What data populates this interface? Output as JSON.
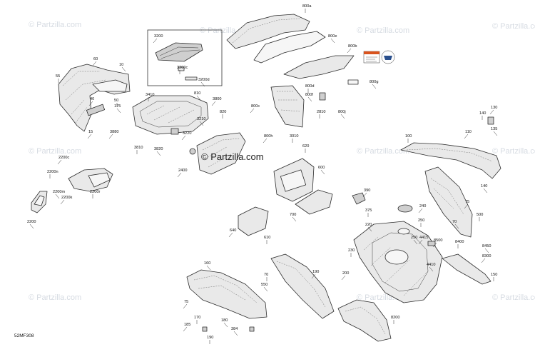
{
  "diagram_code": "52MF308",
  "watermark_text": "© Partzilla.com",
  "brand_text": "© Partzilla.com",
  "decal_text": "",
  "callouts": [
    "3200",
    "3200c",
    "3200d",
    "60",
    "55",
    "10",
    "40",
    "50",
    "175",
    "15",
    "3410",
    "810",
    "3800",
    "820",
    "3210",
    "3880",
    "3810",
    "3820",
    "3220",
    "800a",
    "800e",
    "800b",
    "800d",
    "800f",
    "800c",
    "2810",
    "800j",
    "800h",
    "3010",
    "800g",
    "130",
    "140",
    "135",
    "110",
    "100",
    "140",
    "75",
    "500",
    "70",
    "2200c",
    "2200n",
    "2200m",
    "2200k",
    "2200r",
    "2200",
    "2400",
    "620",
    "600",
    "390",
    "375",
    "700",
    "640",
    "610",
    "220",
    "240",
    "250",
    "250",
    "4415",
    "230",
    "4410",
    "8500",
    "8400",
    "8450",
    "8300",
    "150",
    "160",
    "75",
    "70",
    "550",
    "190",
    "170",
    "180",
    "185",
    "190",
    "384",
    "200",
    "8200"
  ],
  "colors": {
    "line": "#2b2b2b",
    "fill": "#e9e9e9",
    "watermark": "#d6dbe2",
    "decal_orange": "#d9541e",
    "decal_blue": "#2a4f8c"
  }
}
